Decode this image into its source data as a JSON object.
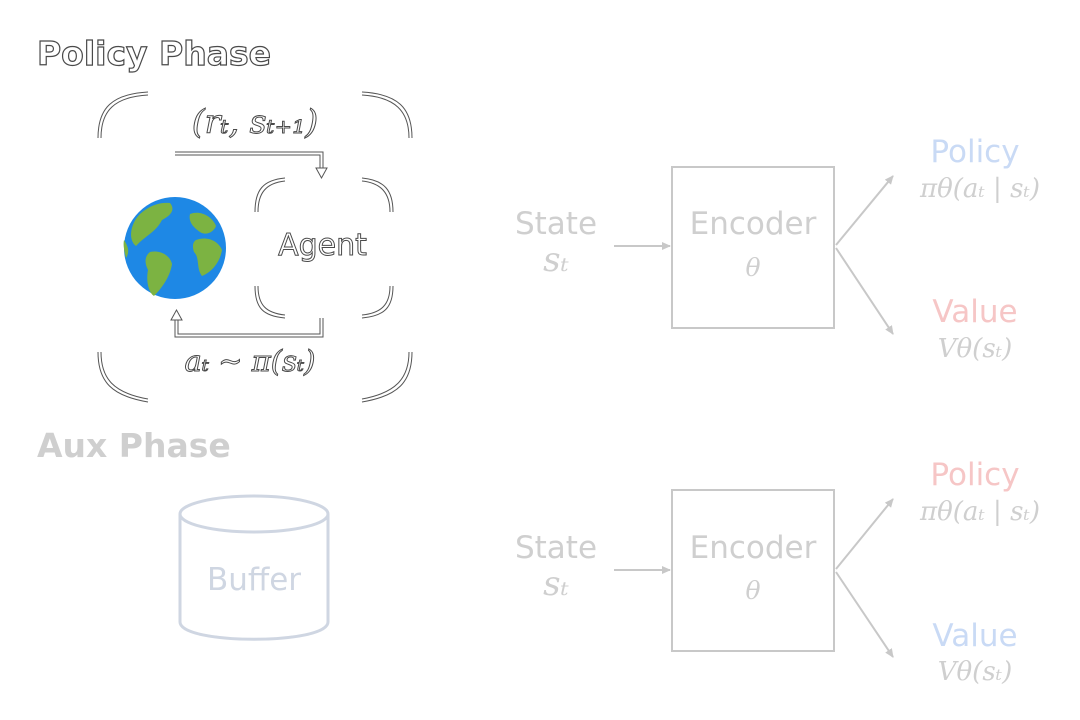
{
  "policy_phase": {
    "title": "Policy Phase",
    "reward_label": "(rₜ, sₜ₊₁)",
    "action_label": "aₜ ∼ π(sₜ)",
    "agent_label": "Agent",
    "environment_icon": "globe-icon",
    "network": {
      "input_label": "State",
      "input_symbol": "sₜ",
      "encoder_label": "Encoder",
      "encoder_param": "θ",
      "policy_head_label": "Policy",
      "policy_head_formula": "πθ(aₜ | sₜ)",
      "value_head_label": "Value",
      "value_head_formula": "Vθ(sₜ)",
      "policy_head_color": "#c9daf5",
      "value_head_color": "#f6c6c6"
    }
  },
  "aux_phase": {
    "title": "Aux Phase",
    "buffer_label": "Buffer",
    "network": {
      "input_label": "State",
      "input_symbol": "sₜ",
      "encoder_label": "Encoder",
      "encoder_param": "θ",
      "policy_head_label": "Policy",
      "policy_head_formula": "πθ(aₜ | sₜ)",
      "value_head_label": "Value",
      "value_head_formula": "Vθ(sₜ)",
      "policy_head_color": "#f6c6c6",
      "value_head_color": "#c9daf5"
    }
  },
  "colors": {
    "faded_gray": "#cfcfcf",
    "dark_outline": "#4a4a4a",
    "buffer_stroke": "#cfd6e2",
    "globe_ocean": "#1e88e5",
    "globe_land": "#7cb342"
  }
}
